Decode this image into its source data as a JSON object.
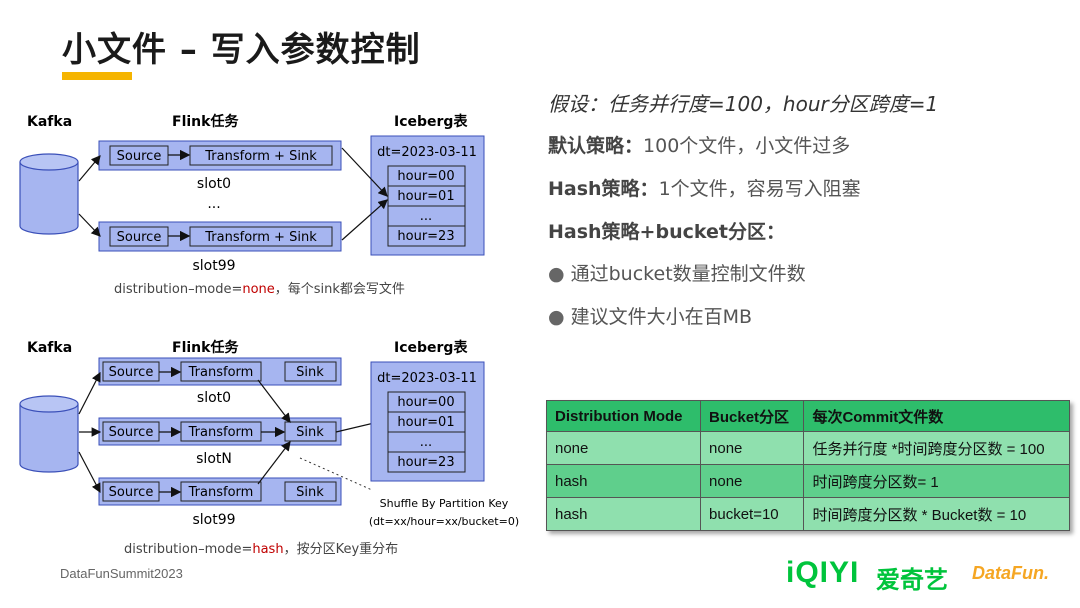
{
  "title": "小文件 – 写入参数控制",
  "top_diagram": {
    "kafka_label": "Kafka",
    "flink_label": "Flink任务",
    "iceberg_label": "Iceberg表",
    "source_label": "Source",
    "transform_sink_label": "Transform + Sink",
    "slot0": "slot0",
    "ellipsis": "...",
    "slot99": "slot99",
    "partition": "dt=2023-03-11",
    "hours": [
      "hour=00",
      "hour=01",
      "...",
      "hour=23"
    ],
    "caption_prefix": "distribution–mode=",
    "caption_mode": "none",
    "caption_suffix": "，每个sink都会写文件"
  },
  "bottom_diagram": {
    "kafka_label": "Kafka",
    "flink_label": "Flink任务",
    "iceberg_label": "Iceberg表",
    "source_label": "Source",
    "transform_label": "Transform",
    "sink_label": "Sink",
    "slot0": "slot0",
    "slotN": "slotN",
    "slot99": "slot99",
    "partition": "dt=2023-03-11",
    "hours": [
      "hour=00",
      "hour=01",
      "...",
      "hour=23"
    ],
    "shuffle_line1": "Shuffle By Partition Key",
    "shuffle_line2": "(dt=xx/hour=xx/bucket=0)",
    "caption_prefix": "distribution–mode=",
    "caption_mode": "hash",
    "caption_suffix": "，按分区Key重分布"
  },
  "right": {
    "assume": "假设：任务并行度=100，hour分区跨度=1",
    "default_label": "默认策略：",
    "default_text": "100个文件，小文件过多",
    "hash_label": "Hash策略：",
    "hash_text": "1个文件，容易写入阻塞",
    "hash_bucket_label": "Hash策略+bucket分区：",
    "bullet1": "通过bucket数量控制文件数",
    "bullet2": "建议文件大小在百MB"
  },
  "table": {
    "headers": [
      "Distribution Mode",
      "Bucket分区",
      "每次Commit文件数"
    ],
    "rows": [
      [
        "none",
        "none",
        "任务并行度 *时间跨度分区数 = 100"
      ],
      [
        "hash",
        "none",
        "时间跨度分区数= 1"
      ],
      [
        "hash",
        "bucket=10",
        "时间跨度分区数 * Bucket数 = 10"
      ]
    ]
  },
  "footer": "DataFunSummit2023",
  "logos": {
    "iqiyi": "iQIYI",
    "iqiyi_cn": "爱奇艺",
    "datafun": "DataFun."
  },
  "colors": {
    "box_fill": "#a6b5f0",
    "box_stroke": "#3a4fb8",
    "accent": "#f5b400",
    "none_red": "#c00000",
    "green": "#00c43c"
  }
}
